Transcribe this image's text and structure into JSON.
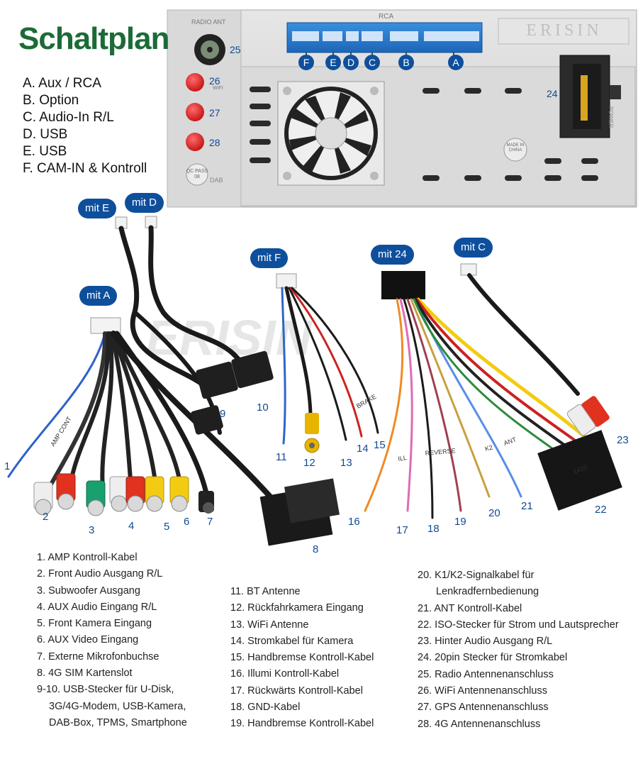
{
  "title": "Schaltplan",
  "port_legend": [
    "A. Aux / RCA",
    "B. Option",
    "C. Audio-In R/L",
    "D. USB",
    "E. USB",
    "F. CAM-IN & Kontroll"
  ],
  "unit": {
    "brand": "ERISIN",
    "radio_ant_label": "RADIO ANT",
    "rca_label": "RCA",
    "wifi_label": "WIFI",
    "dab_label": "DAB",
    "power_label": "POWER",
    "qc_label": "QC PASS 08",
    "made_in": "MADE IN CHINA",
    "port_letters": [
      "F",
      "E",
      "D",
      "C",
      "B",
      "A"
    ],
    "connector_numbers": [
      "25",
      "26",
      "27",
      "28",
      "24"
    ]
  },
  "badges": {
    "mit_e": "mit E",
    "mit_d": "mit D",
    "mit_a": "mit A",
    "mit_f": "mit F",
    "mit_24": "mit 24",
    "mit_c": "mit C"
  },
  "cable_numbers": [
    "1",
    "2",
    "3",
    "4",
    "5",
    "6",
    "7",
    "8",
    "9",
    "10",
    "11",
    "12",
    "13",
    "14",
    "15",
    "16",
    "17",
    "18",
    "19",
    "20",
    "21",
    "22",
    "23"
  ],
  "cable_tags": {
    "amp_cont": "AMP CONT",
    "reverse": "REVERSE",
    "ill": "ILL",
    "ant": "ANT",
    "k2": "K2",
    "brake": "BRAKE",
    "cam_plug": "1410"
  },
  "watermark": "ERISIN",
  "list_col1": [
    "1. AMP Kontroll-Kabel",
    "2. Front Audio Ausgang R/L",
    "3. Subwoofer Ausgang",
    "4. AUX Audio Eingang R/L",
    "5. Front Kamera Eingang",
    "6. AUX Video Eingang",
    "7. Externe Mikrofonbuchse",
    "8. 4G SIM Kartenslot",
    "9-10. USB-Stecker für U-Disk,",
    "3G/4G-Modem, USB-Kamera,",
    "DAB-Box, TPMS, Smartphone"
  ],
  "list_col2": [
    "11. BT Antenne",
    "12. Rückfahrkamera Eingang",
    "13. WiFi Antenne",
    "14. Stromkabel für Kamera",
    "15. Handbremse Kontroll-Kabel",
    "16. Illumi Kontroll-Kabel",
    "17. Rückwärts Kontroll-Kabel",
    "18. GND-Kabel",
    "19. Handbremse Kontroll-Kabel"
  ],
  "list_col3": [
    "20. K1/K2-Signalkabel für",
    "Lenkradfernbedienung",
    "21. ANT Kontroll-Kabel",
    "22. ISO-Stecker für Strom und Lautsprecher",
    "23. Hinter Audio Ausgang R/L",
    "24. 20pin Stecker für Stromkabel",
    "25. Radio Antennenanschluss",
    "26. WiFi Antennenanschluss",
    "27. GPS Antennenanschluss",
    "28. 4G Antennenanschluss"
  ]
}
